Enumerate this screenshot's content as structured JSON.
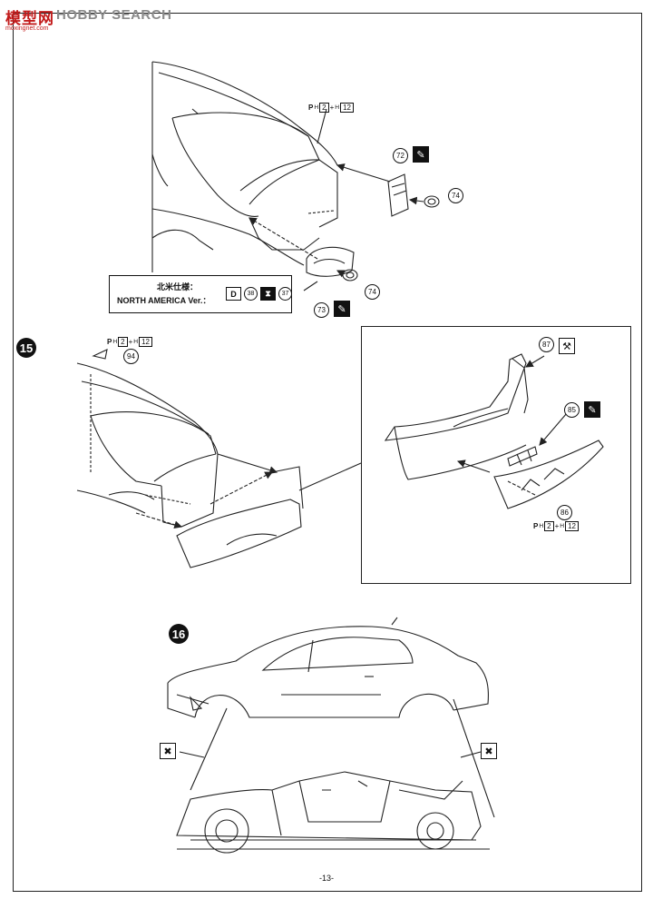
{
  "watermark": {
    "logo": "模型网",
    "text": "HOBBY SEARCH",
    "sub": "moxingnet.com"
  },
  "steps": {
    "step15": "15",
    "step16": "16"
  },
  "parts": {
    "p72": "72",
    "p73": "73",
    "p74a": "74",
    "p74b": "74",
    "p87": "87",
    "p85": "85",
    "p86": "86",
    "p94": "94"
  },
  "paint_labels": {
    "top": {
      "letter": "P",
      "sub1": "H",
      "n1": "2",
      "plus": "+",
      "sub2": "H",
      "n2": "12"
    },
    "s15": {
      "letter": "P",
      "sub1": "H",
      "n1": "2",
      "plus": "+",
      "sub2": "H",
      "n2": "12"
    },
    "detail": {
      "letter": "P",
      "sub1": "H",
      "n1": "2",
      "plus": "+",
      "sub2": "H",
      "n2": "12"
    }
  },
  "north_america": {
    "label_jp": "北米仕様：",
    "label_en": "NORTH AMERICA Ver.：",
    "code_d": "D",
    "code_38": "38",
    "code_37": "37"
  },
  "icons": {
    "cement": "cement-icon",
    "tweezers": "tweezers-icon",
    "no_cement": "no-cement-icon"
  },
  "page": {
    "number": "-13-"
  }
}
